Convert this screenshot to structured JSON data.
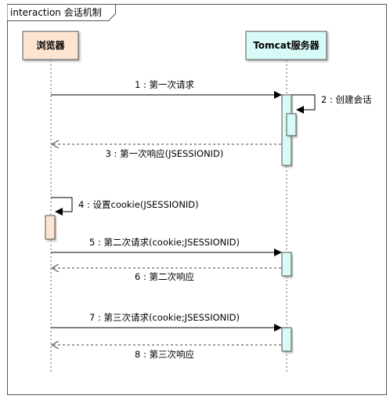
{
  "frame": {
    "title": "interaction 会话机制"
  },
  "lifelines": [
    {
      "id": "browser",
      "label": "浏览器",
      "fill": "#fde4d0"
    },
    {
      "id": "tomcat",
      "label": "Tomcat服务器",
      "fill": "#d9fbf7"
    }
  ],
  "messages": [
    {
      "label": "1 : 第一次请求",
      "from": "browser",
      "to": "tomcat",
      "kind": "sync"
    },
    {
      "label": "2 : 创建会话",
      "from": "tomcat",
      "to": "tomcat",
      "kind": "self"
    },
    {
      "label": "3 : 第一次响应(JSESSIONID)",
      "from": "tomcat",
      "to": "browser",
      "kind": "return"
    },
    {
      "label": "4 : 设置cookie(JSESSIONID)",
      "from": "browser",
      "to": "browser",
      "kind": "self"
    },
    {
      "label": "5 : 第二次请求(cookie;JSESSIONID)",
      "from": "browser",
      "to": "tomcat",
      "kind": "sync"
    },
    {
      "label": "6 : 第二次响应",
      "from": "tomcat",
      "to": "browser",
      "kind": "return"
    },
    {
      "label": "7 : 第三次请求(cookie;JSESSIONID)",
      "from": "browser",
      "to": "tomcat",
      "kind": "sync"
    },
    {
      "label": "8 : 第三次响应",
      "from": "tomcat",
      "to": "browser",
      "kind": "return"
    }
  ],
  "colors": {
    "browser_activation": "#fde4d0",
    "tomcat_activation": "#d9fbf7",
    "line": "#000000",
    "dashed": "#555555"
  }
}
